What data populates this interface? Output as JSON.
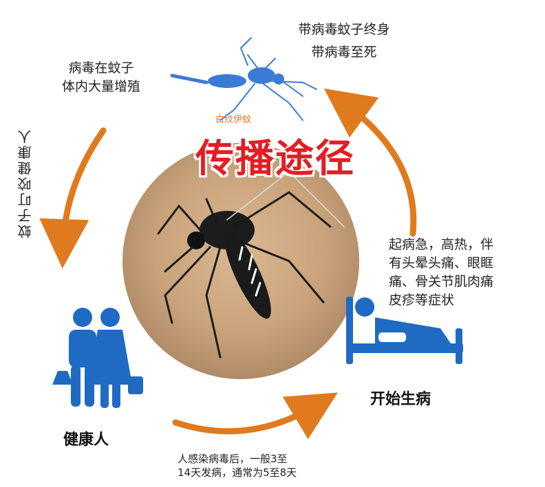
{
  "title": "传播途径",
  "mosquito_label": "白纹伊蚊",
  "top_right": {
    "line1": "带病毒蚊子终身",
    "line2": "带病毒至死"
  },
  "top_left": {
    "line1": "病毒在蚊子",
    "line2": "体内大量增殖"
  },
  "left_vertical": "蚊子叮咬健康人",
  "right_symptoms": [
    "起病急，高热，伴",
    "有头晕头痛、眼眶",
    "痛、骨关节肌肉痛",
    "皮疹等症状"
  ],
  "healthy_label": "健康人",
  "sick_label": "开始生病",
  "bottom": {
    "line1": "人感染病毒后，一般3至",
    "line2": "14天发病，通常为5至8天"
  },
  "colors": {
    "arrow": "#e07a1f",
    "figure": "#1f6bc4",
    "title": "#e31e24",
    "mosquito_icon": "#3a7bd5"
  }
}
